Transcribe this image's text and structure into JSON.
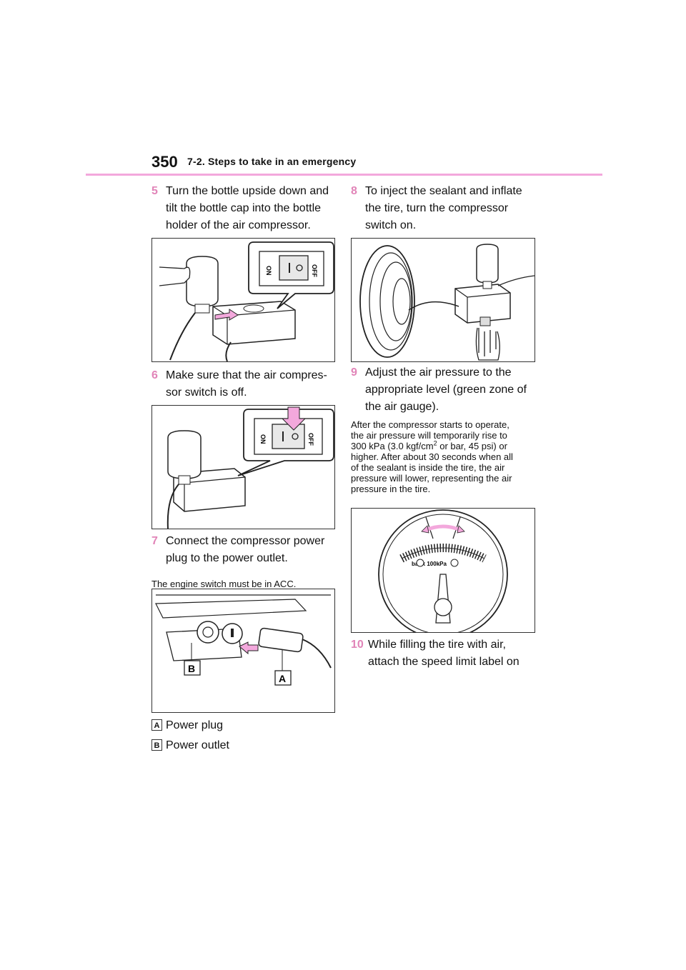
{
  "header": {
    "page_number": "350",
    "section_title": "7-2. Steps to take in an emergency"
  },
  "steps": [
    {
      "num": "5",
      "lines": [
        "Turn the bottle upside down and",
        "tilt the bottle cap into the bottle",
        "holder of the air compressor."
      ]
    },
    {
      "num": "6",
      "lines": [
        "Make sure that the air compres-",
        "sor switch is off."
      ]
    },
    {
      "num": "7",
      "lines": [
        "Connect the compressor power",
        "plug to the power outlet."
      ]
    },
    {
      "num": "8",
      "lines": [
        "To inject the sealant and inflate",
        "the tire, turn the compressor",
        "switch on."
      ]
    },
    {
      "num": "9",
      "lines": [
        "Adjust the air pressure to the",
        "appropriate level (green zone of",
        "the air gauge)."
      ]
    },
    {
      "num": "10",
      "lines": [
        "While filling the tire with air,",
        "attach the speed limit label on"
      ]
    }
  ],
  "notes": {
    "step7": "The engine switch must be in ACC.",
    "step9_line1": "After the compressor starts to operate,",
    "step9_line2": "the air pressure will temporarily rise to",
    "step9_line3a": "300 kPa (3.0 kgf/cm",
    "step9_sup": "2",
    "step9_line3b": " or bar, 45 psi) or",
    "step9_line4": "higher. After about 30 seconds when all",
    "step9_line5": "of the sealant is inside the tire, the air",
    "step9_line6": "pressure will lower, representing the air",
    "step9_line7": "pressure in the tire."
  },
  "figure_labels": {
    "switch_on": "ON",
    "switch_off": "OFF",
    "callout_a": "A",
    "callout_b": "B",
    "gauge_unit": "bar/x 100kPa"
  },
  "legend": [
    {
      "key": "A",
      "label": "Power plug"
    },
    {
      "key": "B",
      "label": "Power outlet"
    }
  ],
  "colors": {
    "accent_pink": "#f3a8dc",
    "step_number": "#e184b8"
  }
}
